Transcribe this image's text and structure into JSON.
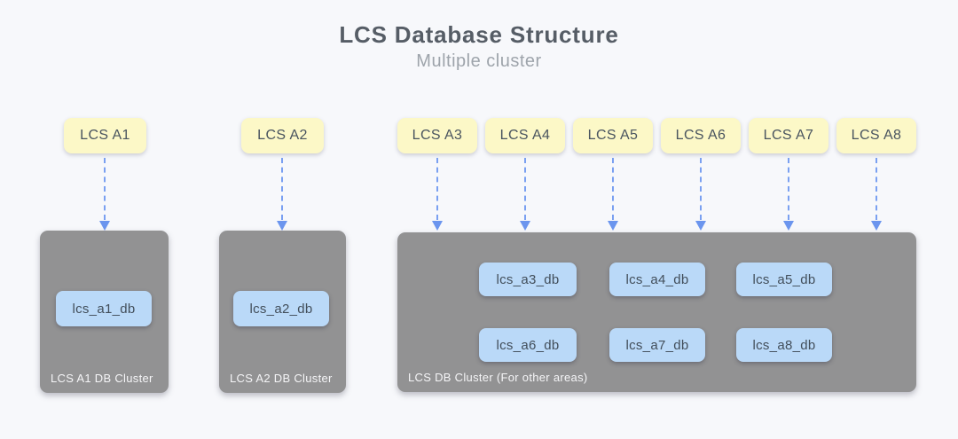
{
  "header": {
    "title": "LCS Database Structure",
    "subtitle": "Multiple cluster"
  },
  "groups": [
    {
      "sources": [
        "LCS A1"
      ],
      "cluster_label": "LCS A1 DB Cluster",
      "databases": [
        "lcs_a1_db"
      ]
    },
    {
      "sources": [
        "LCS A2"
      ],
      "cluster_label": "LCS A2 DB Cluster",
      "databases": [
        "lcs_a2_db"
      ]
    },
    {
      "sources": [
        "LCS A3",
        "LCS A4",
        "LCS A5",
        "LCS A6",
        "LCS A7",
        "LCS A8"
      ],
      "cluster_label": "LCS DB Cluster (For other areas)",
      "databases": [
        "lcs_a3_db",
        "lcs_a4_db",
        "lcs_a5_db",
        "lcs_a6_db",
        "lcs_a7_db",
        "lcs_a8_db"
      ]
    }
  ],
  "colors": {
    "background": "#F7F8FB",
    "source_node_fill": "#FCF8C7",
    "database_node_fill": "#BAD9F8",
    "cluster_fill": "#929293",
    "arrow": "#6B95EE",
    "title_text": "#565D66",
    "subtitle_text": "#9EA4AB",
    "node_text": "#49545F",
    "cluster_label_text": "#F5F5F7"
  }
}
